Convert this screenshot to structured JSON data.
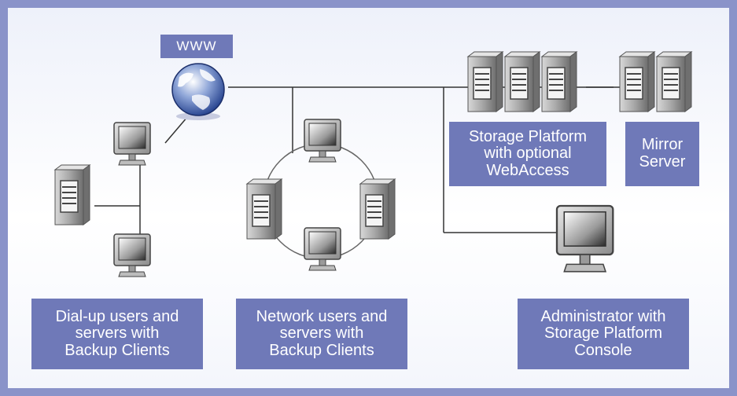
{
  "labels": {
    "www": "WWW",
    "storage": "Storage Platform\nwith optional\nWebAccess",
    "mirror": "Mirror\nServer",
    "dialup": "Dial-up users and\nservers with\nBackup Clients",
    "network": "Network users and\nservers with\nBackup Clients",
    "admin": "Administrator with\nStorage Platform\nConsole"
  },
  "icons": [
    "globe-icon",
    "server-icon",
    "monitor-icon"
  ],
  "colors": {
    "frame": "#8a93c9",
    "label_bg": "#6f79b8",
    "line": "#333333"
  }
}
